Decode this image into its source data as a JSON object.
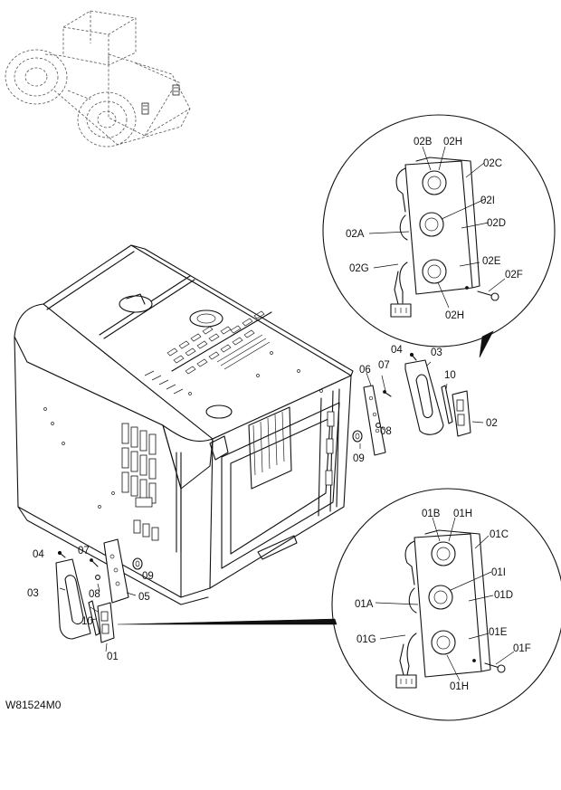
{
  "drawing_code": "W81524M0",
  "labels": {
    "p01": "01",
    "p02": "02",
    "p03": "03",
    "p04": "04",
    "p05": "05",
    "p06": "06",
    "p07": "07",
    "p08": "08",
    "p09": "09",
    "p10": "10",
    "p01A": "01A",
    "p01B": "01B",
    "p01C": "01C",
    "p01D": "01D",
    "p01E": "01E",
    "p01F": "01F",
    "p01G": "01G",
    "p01H": "01H",
    "p01I": "01I",
    "p02A": "02A",
    "p02B": "02B",
    "p02C": "02C",
    "p02D": "02D",
    "p02E": "02E",
    "p02F": "02F",
    "p02G": "02G",
    "p02H": "02H",
    "p02I": "02I"
  }
}
